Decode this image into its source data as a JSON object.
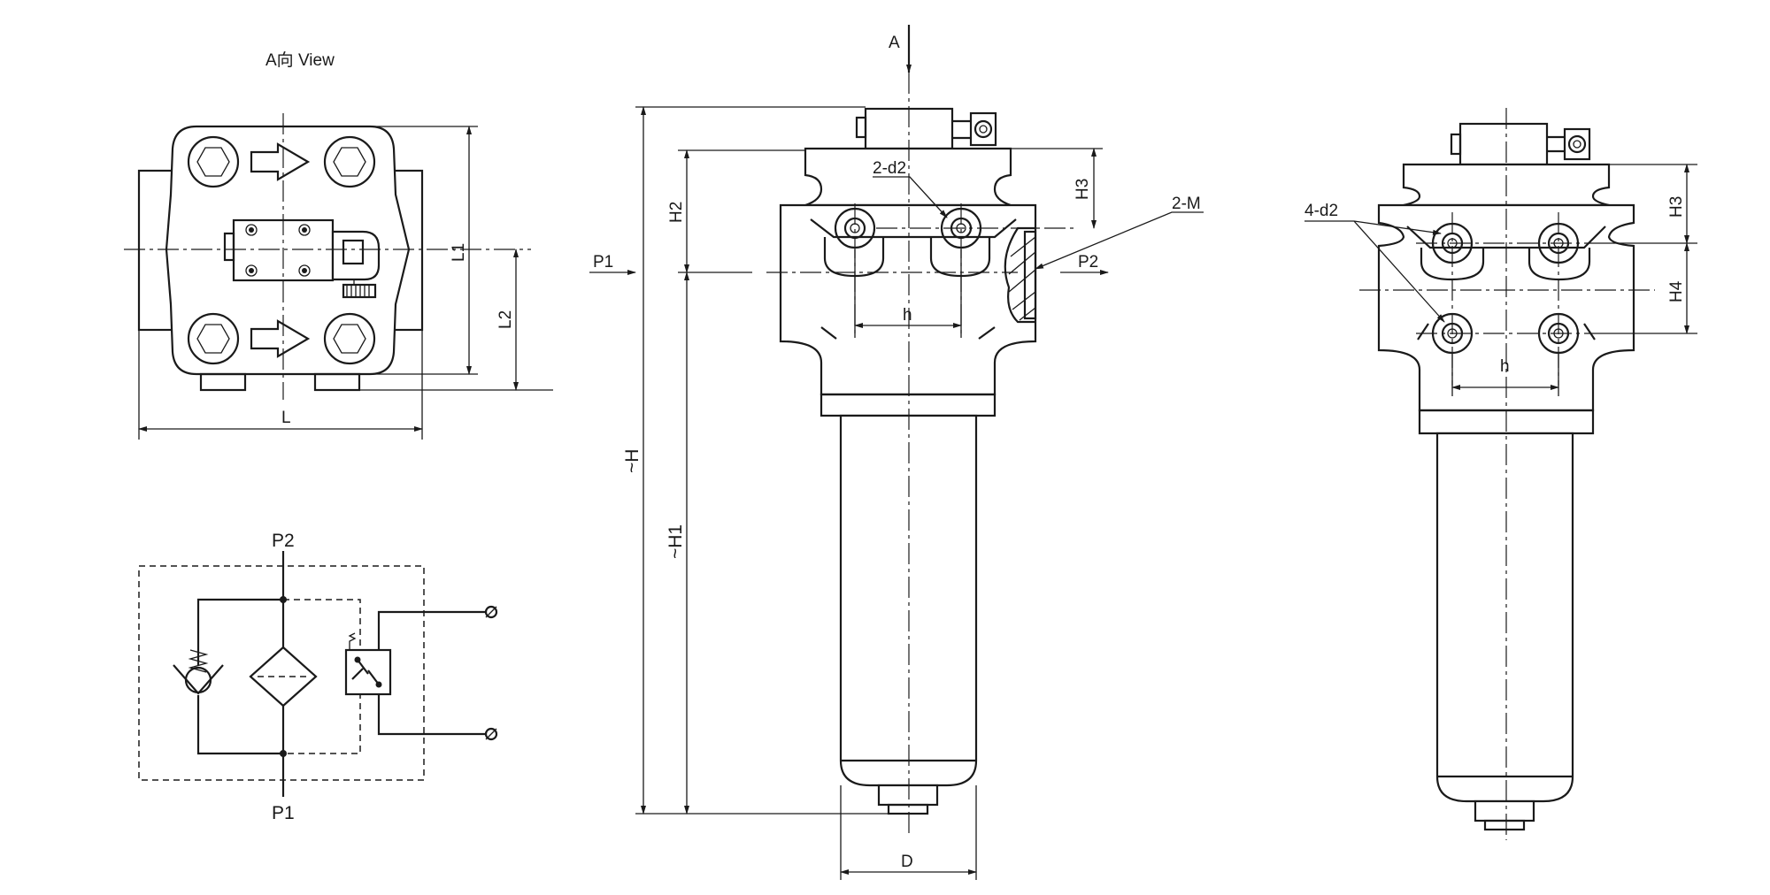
{
  "title": "A向  View",
  "dims": {
    "L": "L",
    "L1": "L1",
    "L2": "L2",
    "H": "~H",
    "H1": "~H1",
    "H2": "H2",
    "H3": "H3",
    "H4": "H4",
    "D": "D",
    "h": "h"
  },
  "ports": {
    "P1": "P1",
    "P2": "P2",
    "A": "A"
  },
  "callouts": {
    "two_d2": "2-d2",
    "two_m": "2-M",
    "four_d2": "4-d2"
  }
}
